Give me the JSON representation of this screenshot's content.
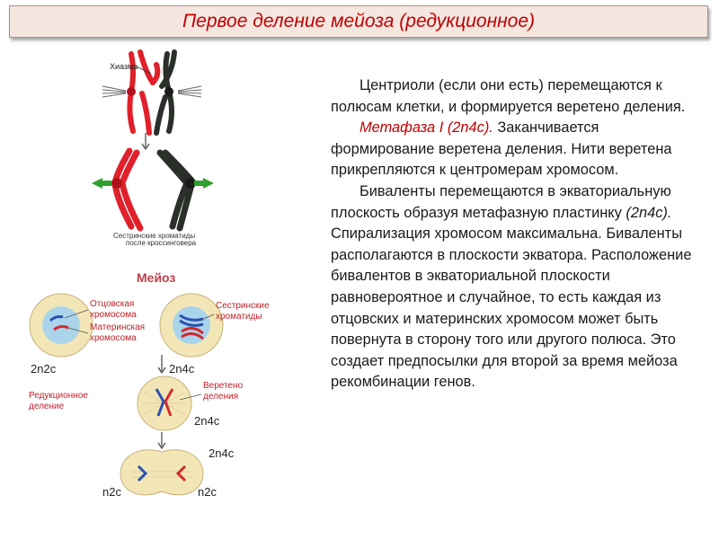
{
  "title": "Первое деление мейоза (редукционное)",
  "body": {
    "p1": "Центриоли (если они есть) перемещаются к полюсам клетки, и формируется веретено деления.",
    "p2_phase": "Метафаза I (2n4c).",
    "p2_rest": " Заканчивается формирование веретена деления. Нити веретена прикрепляются к центромерам хромосом.",
    "p3_start": "Биваленты перемещаются в экваториальную плоскость образуя метафазную пластинку ",
    "p3_formula": "(2n4c).",
    "p3_rest": " Спирализация хромосом максимальна. Биваленты располагаются в плоскости экватора. Расположение бивалентов в экваториальной плоскости равновероятное и случайное, то есть каждая из отцовских и материнских хромосом может быть повернута в сторону того или другого полюса. Это создает предпосылки для второй за время мейоза рекомбинации генов."
  },
  "figure_top": {
    "chiasma_label": "Хиазма",
    "caption_line1": "Сестринские хроматиды",
    "caption_line2": "после кроссинговера"
  },
  "figure_meiosis": {
    "title": "Мейоз",
    "paternal_line1": "Отцовская",
    "paternal_line2": "хромосома",
    "maternal_line1": "Материнская",
    "maternal_line2": "хромосома",
    "sister_line1": "Сестринские",
    "sister_line2": "хроматиды",
    "label_2n2c": "2n2c",
    "label_2n4c_a": "2n4c",
    "reduction_line1": "Редукционное",
    "reduction_line2": "деление",
    "spindle_line1": "Веретено",
    "spindle_line2": "деления",
    "label_2n4c_b": "2n4c",
    "label_2n4c_c": "2n4c",
    "label_n2c_left": "n2c",
    "label_n2c_right": "n2c"
  }
}
